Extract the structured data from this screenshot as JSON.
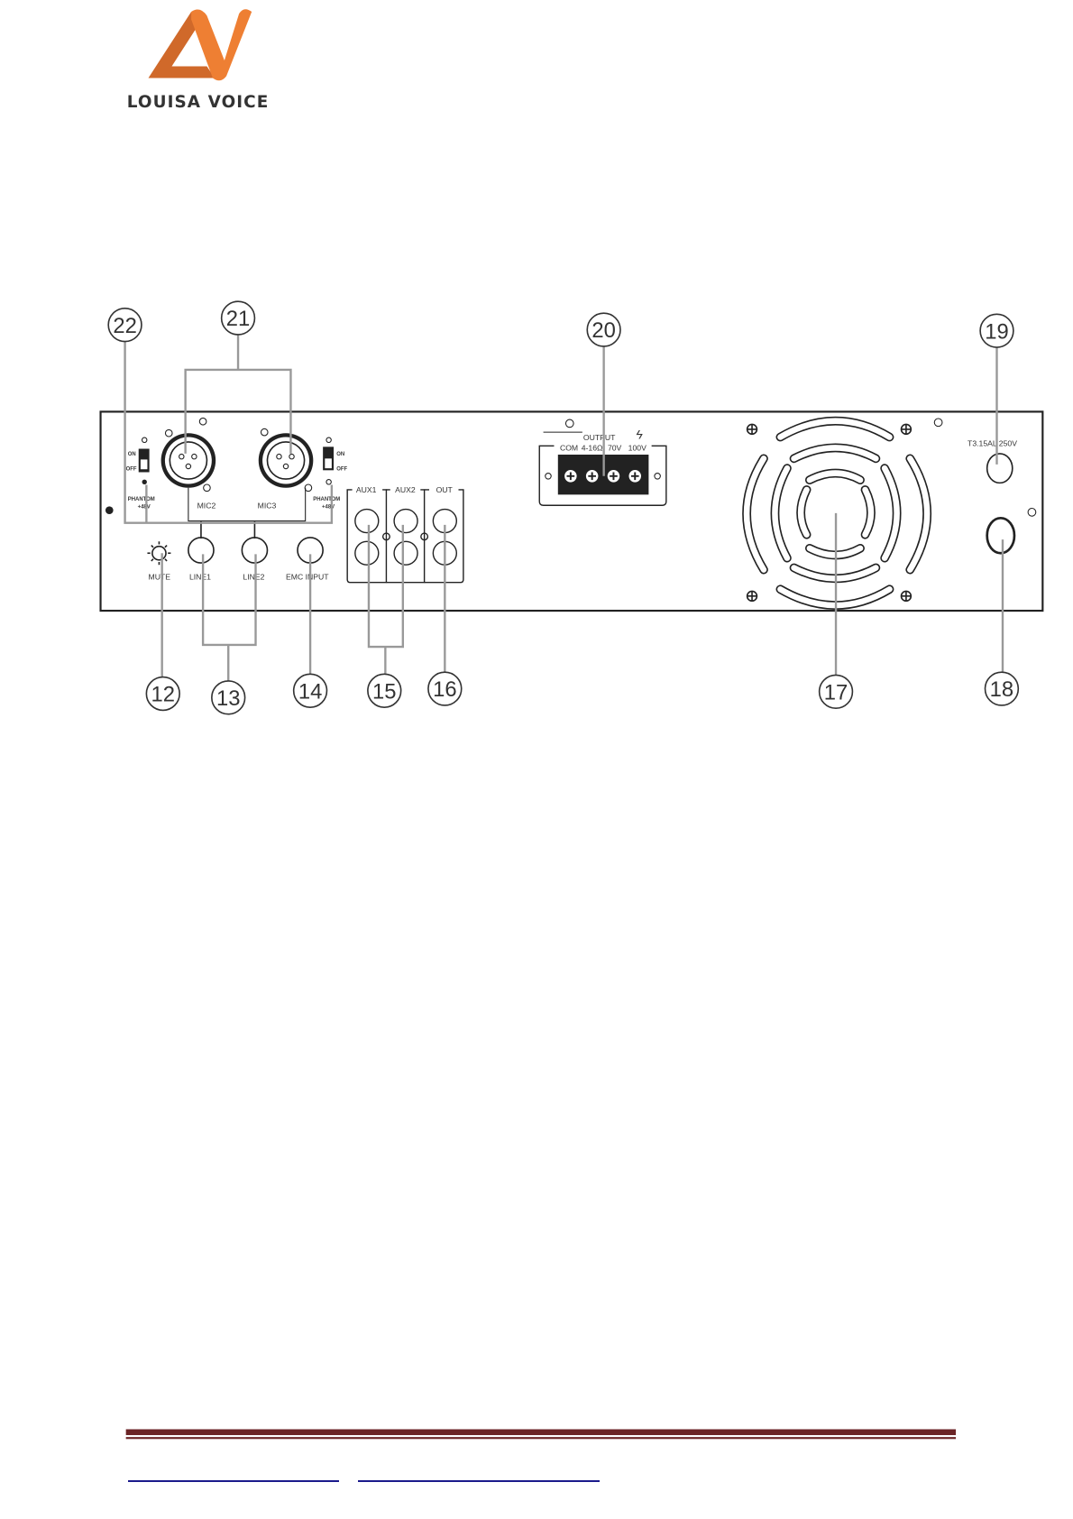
{
  "brand": {
    "name": "LOUISA VOICE",
    "colors": {
      "primary": "#E8782E",
      "dark": "#C85F22"
    }
  },
  "panel_labels": {
    "on": "ON",
    "off": "OFF",
    "phantom": "PHANTOM",
    "phantom_voltage": "+48V",
    "mic2": "MIC2",
    "mic3": "MIC3",
    "mute": "MUTE",
    "line1": "LINE1",
    "line2": "LINE2",
    "emc_input": "EMC INPUT",
    "aux1": "AUX1",
    "aux2": "AUX2",
    "out": "OUT",
    "output": "OUTPUT",
    "com": "COM",
    "ohm": "4-16Ω",
    "v70": "70V",
    "v100": "100V",
    "fuse": "T3.15AL 250V"
  },
  "callouts": [
    "22",
    "21",
    "20",
    "19",
    "12",
    "13",
    "14",
    "15",
    "16",
    "17",
    "18"
  ],
  "footer": {
    "rule_color": "#6B2426",
    "link_color": "#1a1a8c"
  }
}
